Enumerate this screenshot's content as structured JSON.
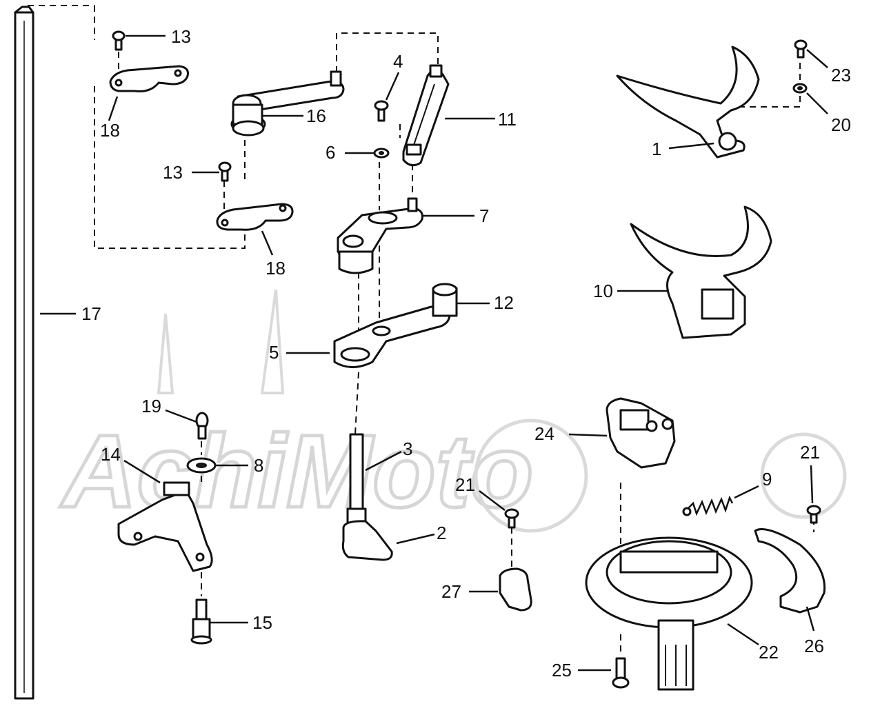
{
  "watermark": "AchiMoto",
  "callouts": [
    "1",
    "2",
    "3",
    "4",
    "5",
    "6",
    "7",
    "8",
    "9",
    "10",
    "11",
    "12",
    "13",
    "13",
    "14",
    "15",
    "16",
    "17",
    "18",
    "18",
    "19",
    "20",
    "21",
    "21",
    "22",
    "23",
    "24",
    "25",
    "26",
    "27"
  ]
}
